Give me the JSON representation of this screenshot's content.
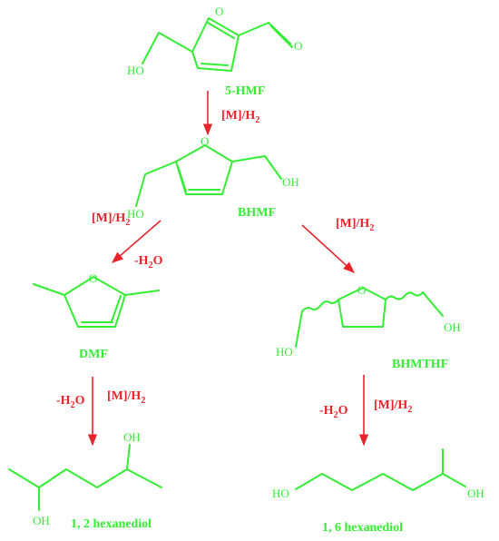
{
  "colors": {
    "structure": "#33ee33",
    "reagent": "#e8242b"
  },
  "atoms": {
    "oxygen": "O",
    "hydroxyl": "OH",
    "hydroxyl_left": "HO"
  },
  "compounds": {
    "hmf": "5-HMF",
    "bhmf": "BHMF",
    "dmf": "DMF",
    "bhmthf": "BHMTHF",
    "hexanediol_12": "1, 2 hexanediol",
    "hexanediol_16": "1, 6 hexanediol"
  },
  "conditions": {
    "step1": {
      "metal": "[M]/H",
      "sub": "2"
    },
    "step2": {
      "metal": "[M]/H",
      "sub": "2",
      "dehydration": "-H",
      "dehydration_sub": "2",
      "dehydration_tail": "O"
    },
    "step3": {
      "metal": "[M]/H",
      "sub": "2"
    },
    "step4": {
      "metal": "[M]/H",
      "sub": "2",
      "dehydration": "-H",
      "dehydration_sub": "2",
      "dehydration_tail": "O"
    },
    "step5": {
      "metal": "[M]/H",
      "sub": "2",
      "dehydration": "-H",
      "dehydration_sub": "2",
      "dehydration_tail": "O"
    }
  }
}
